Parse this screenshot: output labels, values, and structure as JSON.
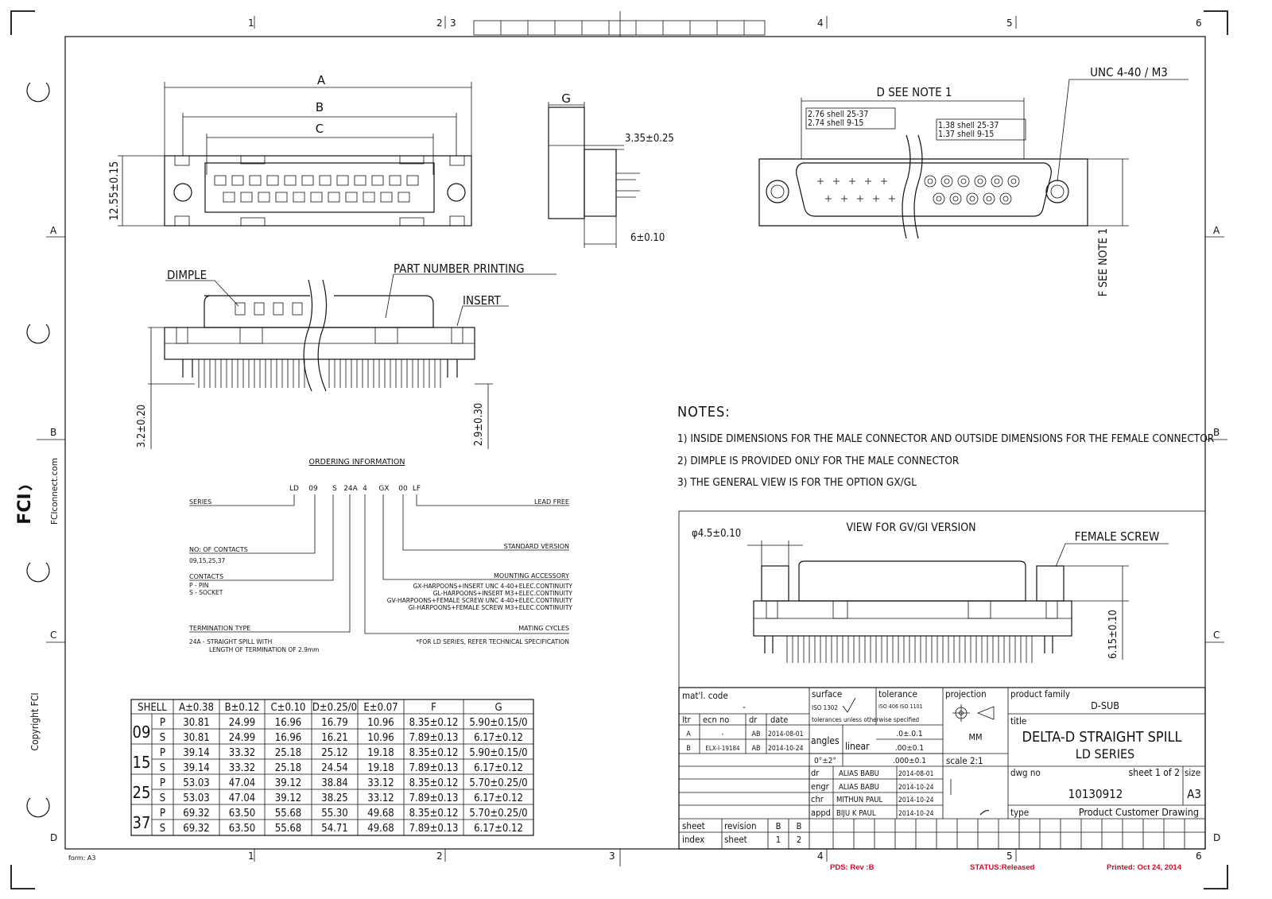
{
  "border": {
    "cols_top": [
      "1",
      "2",
      "3",
      "4",
      "5",
      "6"
    ],
    "rows": [
      "A",
      "B",
      "C",
      "D"
    ],
    "form": "form: A3",
    "brand_logo": "FCI",
    "brand_url": "FCIconnect.com",
    "copyright": "Copyright FCI"
  },
  "status_bar": {
    "pds": "PDS: Rev :B",
    "status": "STATUS:Released",
    "printed": "Printed:  Oct 24, 2014"
  },
  "top_view": {
    "dim_a": "A",
    "dim_b": "B",
    "dim_c": "C",
    "height": "12.55±0.15"
  },
  "side_view": {
    "dim_g": "G",
    "dim_335": "3.35±0.25",
    "dim_6": "6±0.10"
  },
  "front_view": {
    "d_see": "D SEE NOTE 1",
    "unc": "UNC 4-40 / M3",
    "shell_a1": "2.76 shell 25-37",
    "shell_a2": "2.74 shell 9-15",
    "shell_b1": "1.38 shell 25-37",
    "shell_b2": "1.37 shell 9-15",
    "f_see": "F SEE NOTE 1"
  },
  "section_view": {
    "dimple": "DIMPLE",
    "part_number": "PART NUMBER PRINTING",
    "insert": "INSERT",
    "dim_left": "3.2±0.20",
    "dim_right": "2.9±0.30"
  },
  "notes": {
    "title": "NOTES:",
    "items": [
      "1) INSIDE DIMENSIONS FOR THE MALE CONNECTOR AND OUTSIDE DIMENSIONS FOR THE FEMALE CONNECTOR",
      "2) DIMPLE IS PROVIDED ONLY FOR THE MALE CONNECTOR",
      "3) THE GENERAL VIEW IS FOR THE OPTION GX/GL"
    ]
  },
  "ordering": {
    "title": "ORDERING INFORMATION",
    "code": [
      "LD",
      "09",
      "S",
      "24A",
      "4",
      "GX",
      "00",
      "LF"
    ],
    "series": "SERIES",
    "lead_free": "LEAD FREE",
    "standard": "STANDARD VERSION",
    "no_contacts": "NO: OF CONTACTS",
    "no_contacts_vals": "09,15,25,37",
    "contacts": "CONTACTS",
    "contacts_p": "P - PIN",
    "contacts_s": "S - SOCKET",
    "mounting": "MOUNTING ACCESSORY",
    "mount_opts": [
      "GX-HARPOONS+INSERT UNC 4-40+ELEC.CONTINUITY",
      "GL-HARPOONS+INSERT M3+ELEC.CONTINUITY",
      "GV-HARPOONS+FEMALE SCREW UNC 4-40+ELEC.CONTINUITY",
      "GI-HARPOONS+FEMALE SCREW M3+ELEC.CONTINUITY"
    ],
    "termination": "TERMINATION TYPE",
    "term_1": "24A  - STRAIGHT SPILL WITH",
    "term_2": "LENGTH OF TERMINATION OF 2.9mm",
    "mating": "MATING CYCLES",
    "mating_note": "*FOR LD SERIES, REFER TECHNICAL SPECIFICATION"
  },
  "dim_table": {
    "headers": [
      "SHELL",
      "A±0.38",
      "B±0.12",
      "C±0.10",
      "D±0.25/0",
      "E±0.07",
      "F",
      "G"
    ],
    "rows": [
      {
        "shell": "09",
        "type": "P",
        "a": "30.81",
        "b": "24.99",
        "c": "16.96",
        "d": "16.79",
        "e": "10.96",
        "f": "8.35±0.12",
        "g": "5.90±0.15/0"
      },
      {
        "shell": "",
        "type": "S",
        "a": "30.81",
        "b": "24.99",
        "c": "16.96",
        "d": "16.21",
        "e": "10.96",
        "f": "7.89±0.13",
        "g": "6.17±0.12"
      },
      {
        "shell": "15",
        "type": "P",
        "a": "39.14",
        "b": "33.32",
        "c": "25.18",
        "d": "25.12",
        "e": "19.18",
        "f": "8.35±0.12",
        "g": "5.90±0.15/0"
      },
      {
        "shell": "",
        "type": "S",
        "a": "39.14",
        "b": "33.32",
        "c": "25.18",
        "d": "24.54",
        "e": "19.18",
        "f": "7.89±0.13",
        "g": "6.17±0.12"
      },
      {
        "shell": "25",
        "type": "P",
        "a": "53.03",
        "b": "47.04",
        "c": "39.12",
        "d": "38.84",
        "e": "33.12",
        "f": "8.35±0.12",
        "g": "5.70±0.25/0"
      },
      {
        "shell": "",
        "type": "S",
        "a": "53.03",
        "b": "47.04",
        "c": "39.12",
        "d": "38.25",
        "e": "33.12",
        "f": "7.89±0.13",
        "g": "6.17±0.12"
      },
      {
        "shell": "37",
        "type": "P",
        "a": "69.32",
        "b": "63.50",
        "c": "55.68",
        "d": "55.30",
        "e": "49.68",
        "f": "8.35±0.12",
        "g": "5.70±0.25/0"
      },
      {
        "shell": "",
        "type": "S",
        "a": "69.32",
        "b": "63.50",
        "c": "55.68",
        "d": "54.71",
        "e": "49.68",
        "f": "7.89±0.13",
        "g": "6.17±0.12"
      }
    ]
  },
  "gv_view": {
    "title": "VIEW FOR GV/GI VERSION",
    "phi": "φ4.5±0.10",
    "female_screw": "FEMALE SCREW",
    "dim": "6.15±0.10"
  },
  "title_block": {
    "matl_code": "mat'l. code",
    "matl_val": "-",
    "surface": "surface",
    "surface_iso": "ISO 1302",
    "tolerance": "tolerance",
    "tol_iso": "ISO 406  ISO 1101",
    "tol_unless": "tolerances unless otherwise specified",
    "projection": "projection",
    "product_family": "product family",
    "product_family_val": "D-SUB",
    "rev_hdr": [
      "ltr",
      "ecn no",
      "dr",
      "date"
    ],
    "rev_rows": [
      [
        "A",
        "-",
        "AB",
        "2014-08-01"
      ],
      [
        "B",
        "ELX-I-19184",
        "AB",
        "2014-10-24"
      ]
    ],
    "angles": "angles",
    "angles_val": "0°±2°",
    "linear": "linear",
    "lin_1": ".0±.0.1",
    "lin_2": ".00±0.1",
    "lin_3": ".000±0.1",
    "units": "MM",
    "scale": "scale  2:1",
    "title_lbl": "title",
    "title_1": "DELTA-D STRAIGHT SPILL",
    "title_2": "LD SERIES",
    "people": [
      [
        "dr",
        "ALIAS BABU",
        "2014-08-01"
      ],
      [
        "engr",
        "ALIAS BABU",
        "2014-10-24"
      ],
      [
        "chr",
        "MITHUN PAUL",
        "2014-10-24"
      ],
      [
        "appd",
        "BIJU K PAUL",
        "2014-10-24"
      ]
    ],
    "dwg_no_lbl": "dwg no",
    "dwg_no": "10130912",
    "sheet": "sheet 1  of 2",
    "size_lbl": "size",
    "size": "A3",
    "type_lbl": "type",
    "type_val": "Product Customer Drawing",
    "sheet_lbl": "sheet",
    "index_lbl": "index",
    "revision_lbl": "revision",
    "sheet2_lbl": "sheet",
    "rev_b1": "B",
    "rev_b2": "B",
    "sh_1": "1",
    "sh_2": "2"
  }
}
